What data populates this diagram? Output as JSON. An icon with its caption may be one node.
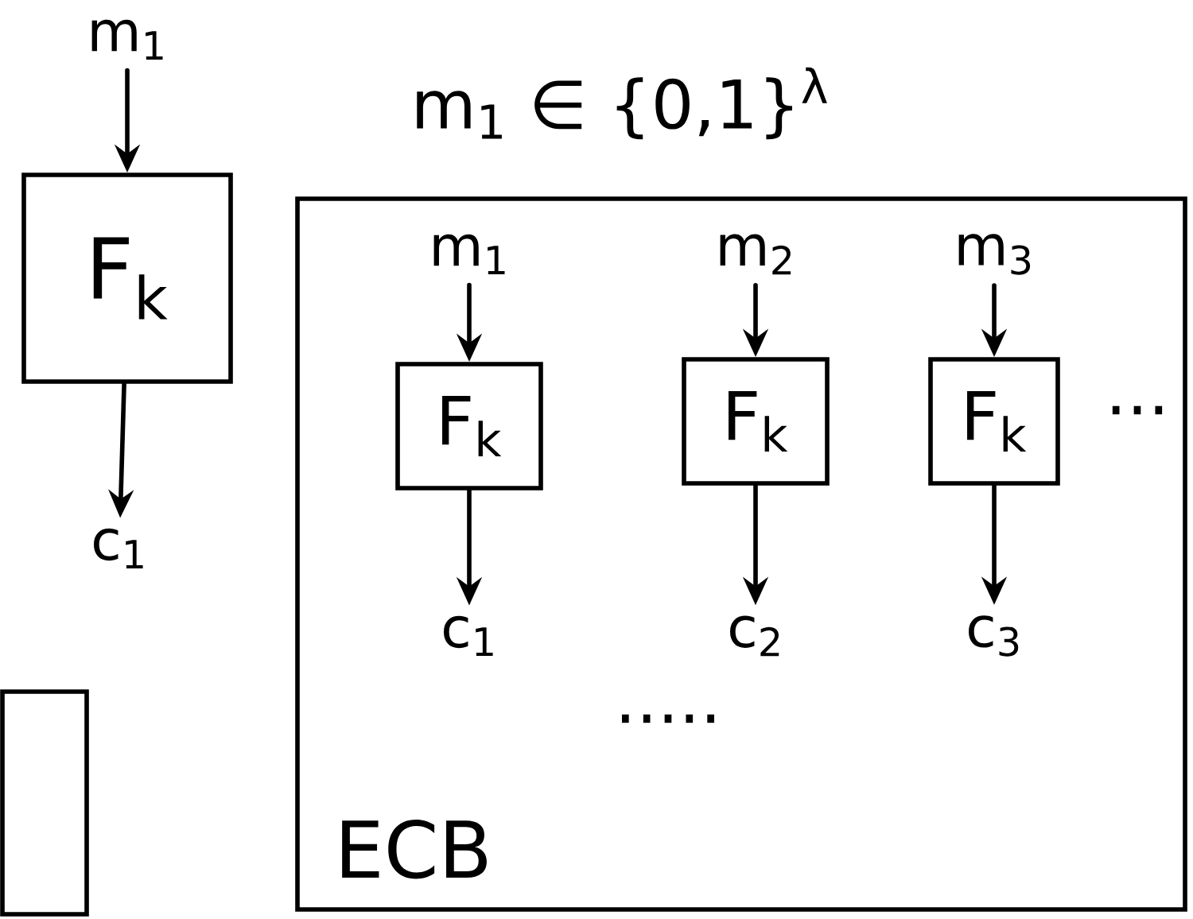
{
  "diagram": {
    "nodes": [
      {
        "text": [
          "F$_{k}$"
        ]
      },
      {
        "text": [
          "m$_{1}$"
        ]
      },
      {
        "text": [
          "c$_{1}$"
        ]
      },
      {
        "text": [
          "m$_{1}$ ∈ {0,1}$^{λ}$",
          "ECB"
        ]
      },
      {
        "text": [
          "F$_{k}$"
        ],
        "in": 3
      },
      {
        "text": [
          "m$_{1}$"
        ],
        "in": 3
      },
      {
        "text": [
          "c$_{1}$"
        ],
        "in": 3
      },
      {
        "text": [
          "F$_{k}$"
        ],
        "in": 3
      },
      {
        "text": [
          "m$_{2}$"
        ],
        "in": 3
      },
      {
        "text": [
          "c$_{2}$"
        ],
        "in": 3
      },
      {
        "text": [
          "F$_{k}$"
        ],
        "in": 3
      },
      {
        "text": [
          "m$_{3}$"
        ],
        "in": 3
      },
      {
        "text": [
          "c$_{3}$"
        ],
        "in": 3
      },
      {
        "text": [],
        "shape": "box"
      }
    ],
    "edges": [
      {
        "from": 1,
        "to": 0,
        "arrow": "to"
      },
      {
        "from": 0,
        "to": 2,
        "arrow": "to"
      },
      {
        "from": 5,
        "to": 4,
        "arrow": "to"
      },
      {
        "from": 4,
        "to": 6,
        "arrow": "to"
      },
      {
        "from": 8,
        "to": 7,
        "arrow": "to"
      },
      {
        "from": 7,
        "to": 9,
        "arrow": "to"
      },
      {
        "from": 11,
        "to": 10,
        "arrow": "to"
      },
      {
        "from": 10,
        "to": 12,
        "arrow": "to"
      }
    ],
    "labels": [
      "...",
      "....."
    ]
  }
}
